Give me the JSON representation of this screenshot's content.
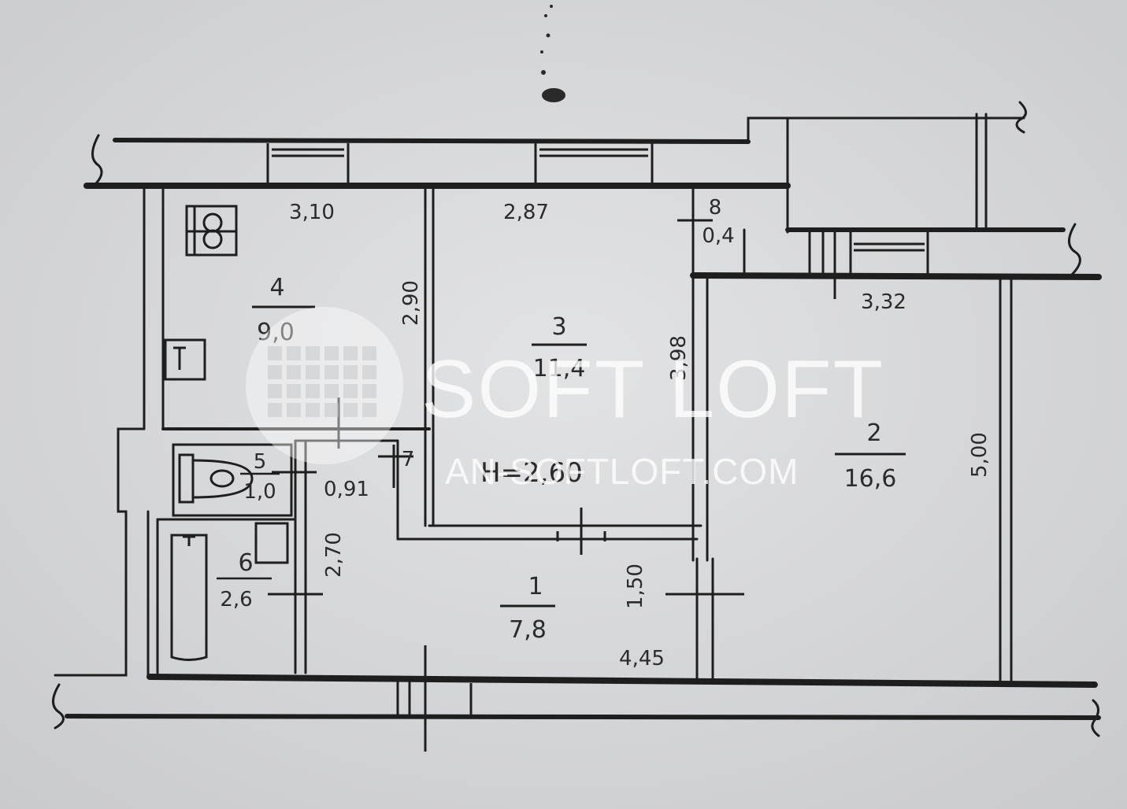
{
  "rooms": [
    {
      "id": "1",
      "area": "7,8"
    },
    {
      "id": "2",
      "area": "16,6"
    },
    {
      "id": "3",
      "area": "11,4"
    },
    {
      "id": "4",
      "area": "9,0"
    },
    {
      "id": "5",
      "area": "1,0"
    },
    {
      "id": "6",
      "area": "2,6"
    },
    {
      "id": "7"
    },
    {
      "id": "8",
      "area": "0,4"
    }
  ],
  "dimensions": {
    "kitchen_top": "3,10",
    "kitchen_side": "2,90",
    "room3_top": "2,87",
    "room3_side": "3,98",
    "room2_top": "3,32",
    "room2_side": "5,00",
    "hall_bottom": "4,45",
    "hall_side": "1,50",
    "bath_side": "2,70",
    "wc_width": "0,91"
  },
  "ceiling_height": "H=2,60",
  "watermark": {
    "brand": "SOFT LOFT",
    "url": "AN-SOFTLOFT.COM"
  },
  "colors": {
    "paper": "#d9dadc",
    "ink": "#1e1e1e",
    "watermark": "#ffffff"
  }
}
